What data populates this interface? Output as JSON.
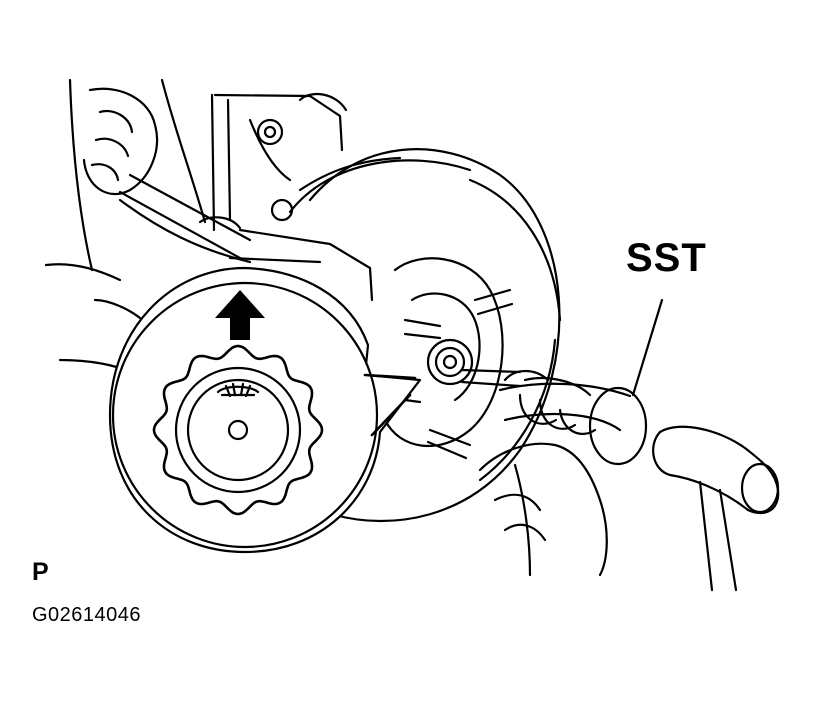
{
  "labels": {
    "tool": "SST",
    "corner_mark": "P",
    "figure_code": "G02614046"
  },
  "colors": {
    "ink": "#000000",
    "paper": "#ffffff"
  },
  "icons": {
    "arrow": "up-arrow-icon"
  }
}
